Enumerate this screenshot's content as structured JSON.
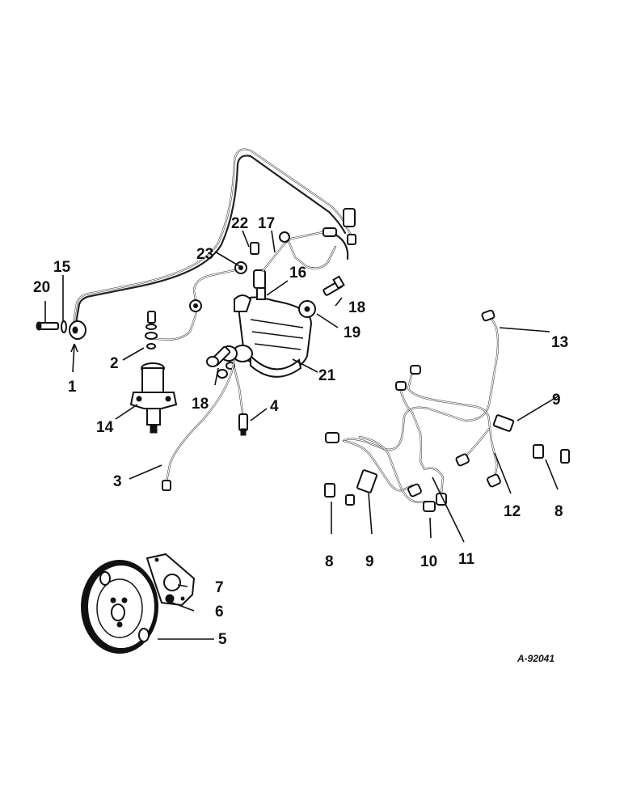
{
  "callouts": {
    "c1": "1",
    "c2": "2",
    "c3": "3",
    "c4": "4",
    "c5": "5",
    "c6": "6",
    "c7": "7",
    "c8a": "8",
    "c8b": "8",
    "c9a": "9",
    "c9b": "9",
    "c10": "10",
    "c11": "11",
    "c12": "12",
    "c13": "13",
    "c14": "14",
    "c15": "15",
    "c16": "16",
    "c17": "17",
    "c18a": "18",
    "c18b": "18",
    "c19": "19",
    "c20": "20",
    "c21": "21",
    "c22": "22",
    "c23": "23"
  },
  "figure_ref": "A-92041"
}
